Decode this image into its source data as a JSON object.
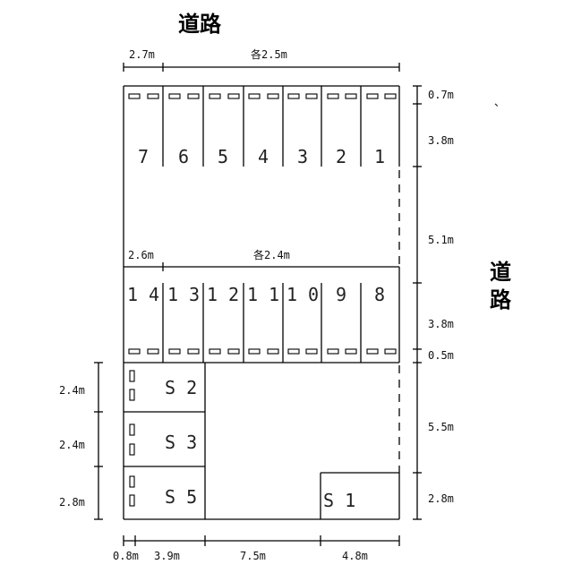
{
  "roads": {
    "top": "道路",
    "right_1": "道",
    "right_2": "路"
  },
  "spaces": {
    "top_row": [
      "7",
      "6",
      "5",
      "4",
      "3",
      "2",
      "1"
    ],
    "middle_row": [
      "1 4",
      "1 3",
      "1 2",
      "1 1",
      "1 0",
      "9",
      "8"
    ],
    "side": [
      "S 2",
      "S 3",
      "S 5"
    ],
    "s1": "S 1"
  },
  "dimensions": {
    "top_first": "2.7m",
    "top_each": "各2.5m",
    "mid_first": "2.6m",
    "mid_each": "各2.4m",
    "right": [
      "0.7m",
      "3.8m",
      "5.1m",
      "3.8m",
      "0.5m",
      "5.5m",
      "2.8m"
    ],
    "left": [
      "2.4m",
      "2.4m",
      "2.8m"
    ],
    "bottom": [
      "0.8m",
      "3.9m",
      "7.5m",
      "4.8m"
    ]
  },
  "mark": "、"
}
